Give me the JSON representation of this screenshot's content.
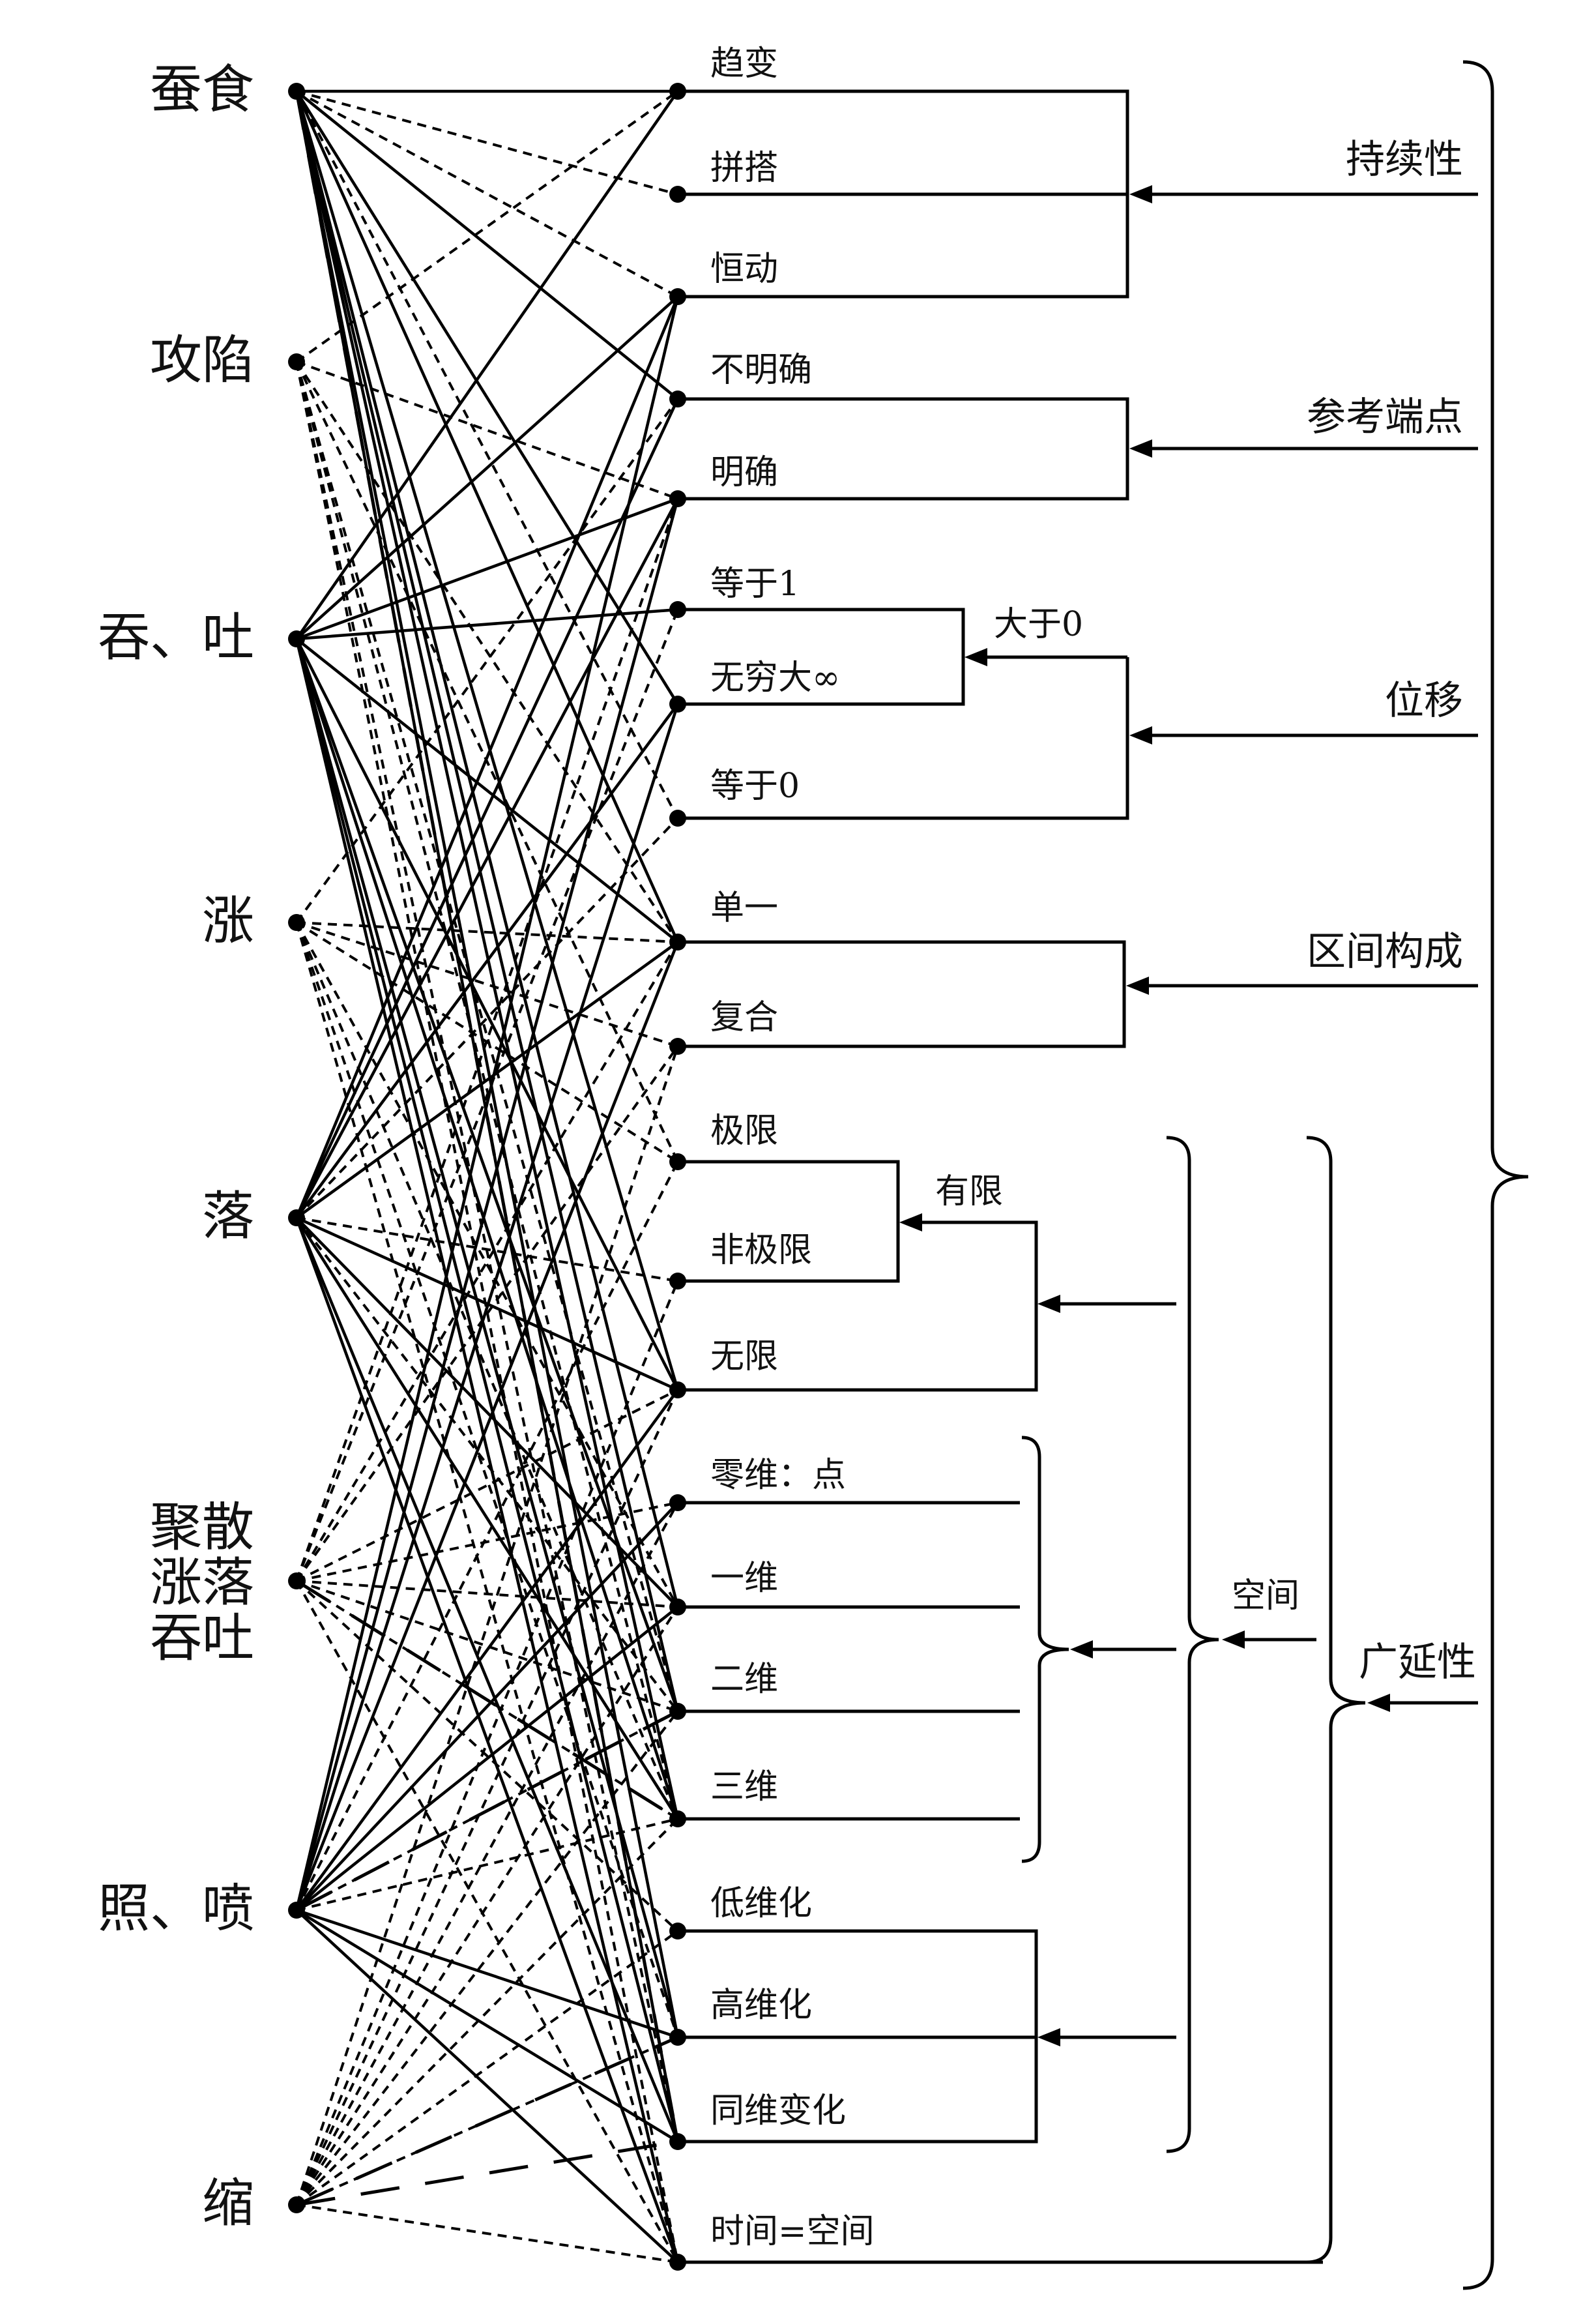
{
  "verbs": [
    {
      "id": "v_canshi",
      "label": "蚕食"
    },
    {
      "id": "v_gongxian",
      "label": "攻陷"
    },
    {
      "id": "v_tuntu",
      "label": "吞、吐"
    },
    {
      "id": "v_zhang",
      "label": "涨"
    },
    {
      "id": "v_luo",
      "label": "落"
    },
    {
      "id": "v_group",
      "lines": [
        "聚散",
        "涨落",
        "吞吐"
      ]
    },
    {
      "id": "v_zhaopen",
      "label": "照、喷"
    },
    {
      "id": "v_suo",
      "label": "缩"
    }
  ],
  "features": [
    {
      "id": "f_qubian",
      "label": "趋变"
    },
    {
      "id": "f_pinda",
      "label": "拼搭"
    },
    {
      "id": "f_hengdong",
      "label": "恒动"
    },
    {
      "id": "f_bumingque",
      "label": "不明确"
    },
    {
      "id": "f_mingque",
      "label": "明确"
    },
    {
      "id": "f_deng1",
      "label": "等于1"
    },
    {
      "id": "f_wuqiong",
      "label": "无穷大∞"
    },
    {
      "id": "f_deng0",
      "label": "等于0"
    },
    {
      "id": "f_danyi",
      "label": "单一"
    },
    {
      "id": "f_fuhe",
      "label": "复合"
    },
    {
      "id": "f_jixian",
      "label": "极限"
    },
    {
      "id": "f_feijixian",
      "label": "非极限"
    },
    {
      "id": "f_wuxian",
      "label": "无限"
    },
    {
      "id": "f_lingwei",
      "label": "零维：点"
    },
    {
      "id": "f_yiwei",
      "label": "一维"
    },
    {
      "id": "f_erwei",
      "label": "二维"
    },
    {
      "id": "f_sanwei",
      "label": "三维"
    },
    {
      "id": "f_diwei",
      "label": "低维化"
    },
    {
      "id": "f_gaowei",
      "label": "高维化"
    },
    {
      "id": "f_tongwei",
      "label": "同维变化"
    },
    {
      "id": "f_shijian",
      "label": "时间=空间"
    }
  ],
  "categories": {
    "persistence": "持续性",
    "reference": "参考端点",
    "displacement": "位移",
    "interval": "区间构成",
    "extension": "广延性"
  },
  "sublabels": {
    "greater_zero": "大于0",
    "finite": "有限",
    "space": "空间"
  },
  "links": {
    "solid": [
      [
        "v_canshi",
        "f_qubian"
      ],
      [
        "v_canshi",
        "f_bumingque"
      ],
      [
        "v_canshi",
        "f_wuqiong"
      ],
      [
        "v_canshi",
        "f_danyi"
      ],
      [
        "v_canshi",
        "f_wuxian"
      ],
      [
        "v_canshi",
        "f_yiwei"
      ],
      [
        "v_canshi",
        "f_erwei"
      ],
      [
        "v_canshi",
        "f_sanwei"
      ],
      [
        "v_canshi",
        "f_gaowei"
      ],
      [
        "v_canshi",
        "f_tongwei"
      ],
      [
        "v_tuntu",
        "f_qubian"
      ],
      [
        "v_tuntu",
        "f_hengdong"
      ],
      [
        "v_tuntu",
        "f_mingque"
      ],
      [
        "v_tuntu",
        "f_deng1"
      ],
      [
        "v_tuntu",
        "f_danyi"
      ],
      [
        "v_tuntu",
        "f_wuxian"
      ],
      [
        "v_tuntu",
        "f_erwei"
      ],
      [
        "v_tuntu",
        "f_sanwei"
      ],
      [
        "v_tuntu",
        "f_gaowei"
      ],
      [
        "v_tuntu",
        "f_tongwei"
      ],
      [
        "v_tuntu",
        "f_shijian"
      ],
      [
        "v_luo",
        "f_hengdong"
      ],
      [
        "v_luo",
        "f_bumingque"
      ],
      [
        "v_luo",
        "f_mingque"
      ],
      [
        "v_luo",
        "f_wuqiong"
      ],
      [
        "v_luo",
        "f_danyi"
      ],
      [
        "v_luo",
        "f_wuxian"
      ],
      [
        "v_luo",
        "f_yiwei"
      ],
      [
        "v_luo",
        "f_sanwei"
      ],
      [
        "v_luo",
        "f_tongwei"
      ],
      [
        "v_luo",
        "f_shijian"
      ],
      [
        "v_zhaopen",
        "f_hengdong"
      ],
      [
        "v_zhaopen",
        "f_mingque"
      ],
      [
        "v_zhaopen",
        "f_wuqiong"
      ],
      [
        "v_zhaopen",
        "f_danyi"
      ],
      [
        "v_zhaopen",
        "f_wuxian"
      ],
      [
        "v_zhaopen",
        "f_lingwei"
      ],
      [
        "v_zhaopen",
        "f_yiwei"
      ],
      [
        "v_zhaopen",
        "f_gaowei"
      ],
      [
        "v_zhaopen",
        "f_tongwei"
      ],
      [
        "v_zhaopen",
        "f_shijian"
      ]
    ],
    "dashed": [
      [
        "v_canshi",
        "f_pinda"
      ],
      [
        "v_canshi",
        "f_hengdong"
      ],
      [
        "v_canshi",
        "f_deng0"
      ],
      [
        "v_gongxian",
        "f_qubian"
      ],
      [
        "v_gongxian",
        "f_mingque"
      ],
      [
        "v_gongxian",
        "f_danyi"
      ],
      [
        "v_gongxian",
        "f_jixian"
      ],
      [
        "v_gongxian",
        "f_erwei"
      ],
      [
        "v_gongxian",
        "f_sanwei"
      ],
      [
        "v_gongxian",
        "f_tongwei"
      ],
      [
        "v_gongxian",
        "f_shijian"
      ],
      [
        "v_zhang",
        "f_bumingque"
      ],
      [
        "v_zhang",
        "f_danyi"
      ],
      [
        "v_zhang",
        "f_fuhe"
      ],
      [
        "v_zhang",
        "f_jixian"
      ],
      [
        "v_zhang",
        "f_yiwei"
      ],
      [
        "v_zhang",
        "f_sanwei"
      ],
      [
        "v_zhang",
        "f_gaowei"
      ],
      [
        "v_zhang",
        "f_shijian"
      ],
      [
        "v_luo",
        "f_deng0"
      ],
      [
        "v_luo",
        "f_feijixian"
      ],
      [
        "v_luo",
        "f_erwei"
      ],
      [
        "v_group",
        "f_mingque"
      ],
      [
        "v_group",
        "f_deng1"
      ],
      [
        "v_group",
        "f_danyi"
      ],
      [
        "v_group",
        "f_fuhe"
      ],
      [
        "v_group",
        "f_wuxian"
      ],
      [
        "v_group",
        "f_lingwei"
      ],
      [
        "v_group",
        "f_yiwei"
      ],
      [
        "v_group",
        "f_erwei"
      ],
      [
        "v_group",
        "f_sanwei"
      ],
      [
        "v_group",
        "f_diwei"
      ],
      [
        "v_group",
        "f_shijian"
      ],
      [
        "v_zhaopen",
        "f_jixian"
      ],
      [
        "v_zhaopen",
        "f_erwei"
      ],
      [
        "v_zhaopen",
        "f_sanwei"
      ],
      [
        "v_suo",
        "f_fuhe"
      ],
      [
        "v_suo",
        "f_feijixian"
      ],
      [
        "v_suo",
        "f_wuxian"
      ],
      [
        "v_suo",
        "f_lingwei"
      ],
      [
        "v_suo",
        "f_yiwei"
      ],
      [
        "v_suo",
        "f_erwei"
      ],
      [
        "v_suo",
        "f_sanwei"
      ],
      [
        "v_suo",
        "f_diwei"
      ],
      [
        "v_suo",
        "f_gaowei"
      ],
      [
        "v_suo",
        "f_shijian"
      ]
    ],
    "long_dashed": [
      [
        "v_canshi",
        "f_tongwei"
      ],
      [
        "v_suo",
        "f_gaowei"
      ],
      [
        "v_suo",
        "f_tongwei"
      ],
      [
        "v_group",
        "f_sanwei"
      ],
      [
        "v_zhaopen",
        "f_erwei"
      ]
    ]
  }
}
